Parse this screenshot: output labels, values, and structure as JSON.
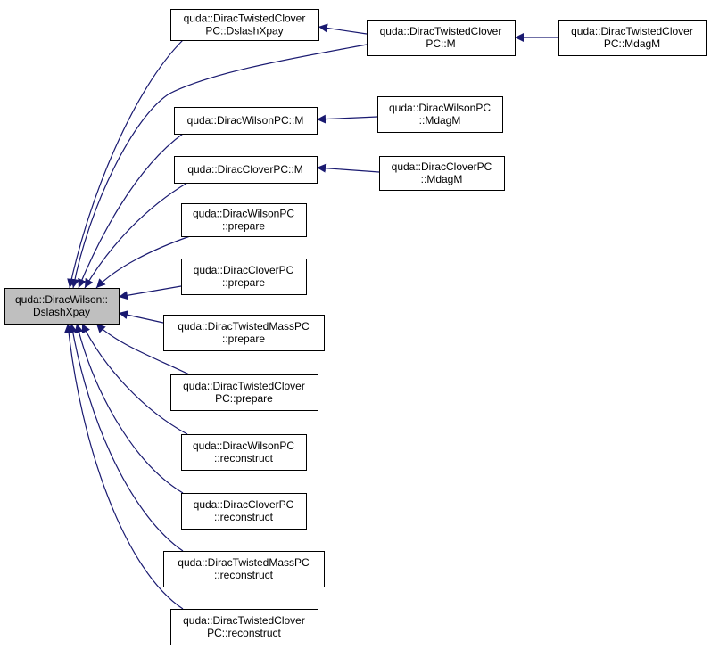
{
  "colors": {
    "edge": "#191970",
    "node_border": "#000000",
    "node_fill": "#ffffff",
    "root_fill": "#bfbfbf"
  },
  "nodes": {
    "root": {
      "lines": [
        "quda::DiracWilson::",
        "DslashXpay"
      ]
    },
    "n1": {
      "lines": [
        "quda::DiracTwistedClover",
        "PC::DslashXpay"
      ]
    },
    "n2": {
      "lines": [
        "quda::DiracTwistedClover",
        "PC::M"
      ]
    },
    "n3": {
      "lines": [
        "quda::DiracTwistedClover",
        "PC::MdagM"
      ]
    },
    "n4": {
      "lines": [
        "quda::DiracWilsonPC::M"
      ]
    },
    "n5": {
      "lines": [
        "quda::DiracWilsonPC",
        "::MdagM"
      ]
    },
    "n6": {
      "lines": [
        "quda::DiracCloverPC::M"
      ]
    },
    "n7": {
      "lines": [
        "quda::DiracCloverPC",
        "::MdagM"
      ]
    },
    "n8": {
      "lines": [
        "quda::DiracWilsonPC",
        "::prepare"
      ]
    },
    "n9": {
      "lines": [
        "quda::DiracCloverPC",
        "::prepare"
      ]
    },
    "n10": {
      "lines": [
        "quda::DiracTwistedMassPC",
        "::prepare"
      ]
    },
    "n11": {
      "lines": [
        "quda::DiracTwistedClover",
        "PC::prepare"
      ]
    },
    "n12": {
      "lines": [
        "quda::DiracWilsonPC",
        "::reconstruct"
      ]
    },
    "n13": {
      "lines": [
        "quda::DiracCloverPC",
        "::reconstruct"
      ]
    },
    "n14": {
      "lines": [
        "quda::DiracTwistedMassPC",
        "::reconstruct"
      ]
    },
    "n15": {
      "lines": [
        "quda::DiracTwistedClover",
        "PC::reconstruct"
      ]
    }
  },
  "edges": [
    {
      "from": "n1",
      "to": "root"
    },
    {
      "from": "n2",
      "to": "root"
    },
    {
      "from": "n2",
      "to": "n1"
    },
    {
      "from": "n3",
      "to": "n2"
    },
    {
      "from": "n4",
      "to": "root"
    },
    {
      "from": "n5",
      "to": "n4"
    },
    {
      "from": "n6",
      "to": "root"
    },
    {
      "from": "n7",
      "to": "n6"
    },
    {
      "from": "n8",
      "to": "root"
    },
    {
      "from": "n9",
      "to": "root"
    },
    {
      "from": "n10",
      "to": "root"
    },
    {
      "from": "n11",
      "to": "root"
    },
    {
      "from": "n12",
      "to": "root"
    },
    {
      "from": "n13",
      "to": "root"
    },
    {
      "from": "n14",
      "to": "root"
    },
    {
      "from": "n15",
      "to": "root"
    }
  ]
}
